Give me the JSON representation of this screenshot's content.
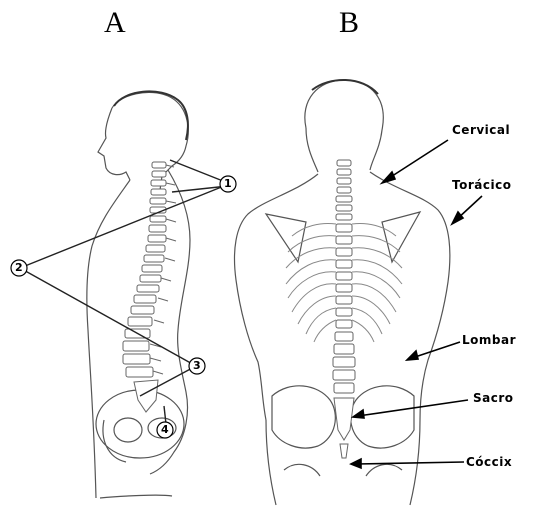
{
  "panels": {
    "a": "A",
    "b": "B"
  },
  "markers": [
    "1",
    "2",
    "3",
    "4"
  ],
  "regions": {
    "cervical": "Cervical",
    "toracico": "Torácico",
    "lombar": "Lombar",
    "sacro": "Sacro",
    "coccix": "Cóccix"
  },
  "colors": {
    "ink": "#000000",
    "line": "#333333",
    "bone": "#888888"
  }
}
